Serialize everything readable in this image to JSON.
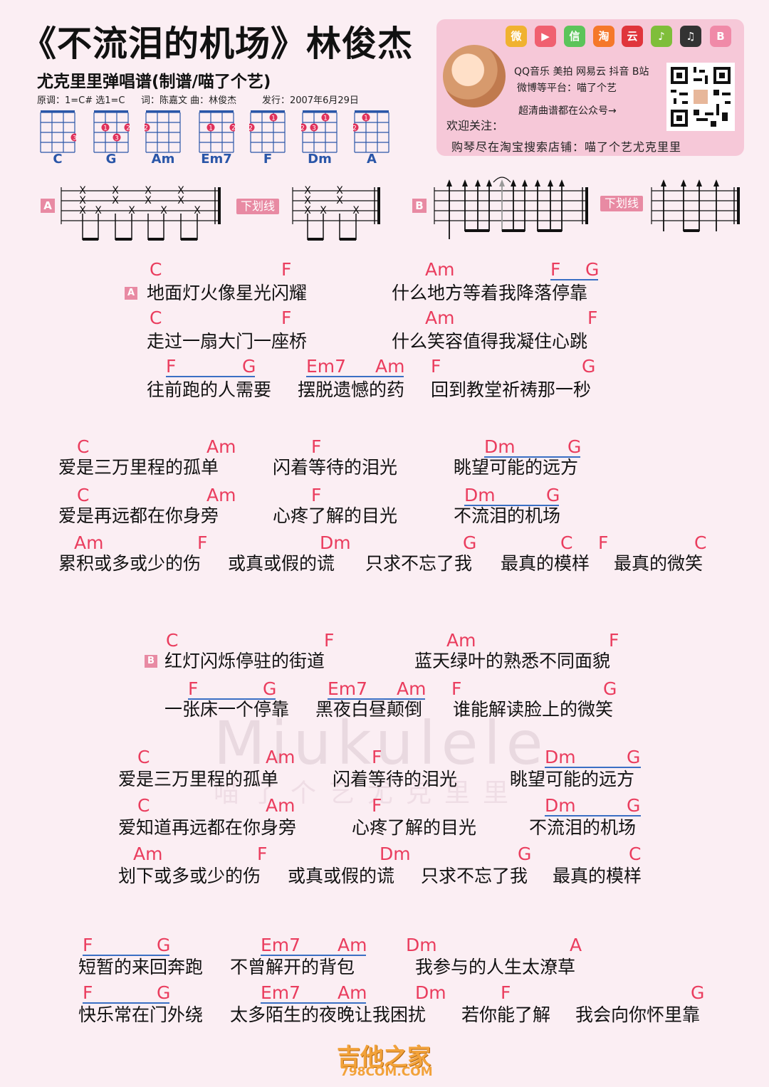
{
  "header": {
    "title": "《不流泪的机场》林俊杰",
    "subtitle": "尤克里里弹唱谱(制谱/喵了个艺)",
    "key": "原调：1=C# 选1=C",
    "credits": "词：陈嘉文 曲：林俊杰",
    "release": "发行：2007年6月29日"
  },
  "chord_charts": [
    {
      "name": "C",
      "dots": [
        {
          "s": 4,
          "f": 3,
          "n": "3"
        }
      ]
    },
    {
      "name": "G",
      "dots": [
        {
          "s": 2,
          "f": 2,
          "n": "1"
        },
        {
          "s": 3,
          "f": 3,
          "n": "3"
        },
        {
          "s": 4,
          "f": 2,
          "n": "2"
        }
      ]
    },
    {
      "name": "Am",
      "dots": [
        {
          "s": 1,
          "f": 2,
          "n": "2"
        }
      ]
    },
    {
      "name": "Em7",
      "dots": [
        {
          "s": 2,
          "f": 2,
          "n": "1"
        },
        {
          "s": 4,
          "f": 2,
          "n": "2"
        }
      ]
    },
    {
      "name": "F",
      "dots": [
        {
          "s": 1,
          "f": 2,
          "n": "2"
        },
        {
          "s": 3,
          "f": 1,
          "n": "1"
        }
      ]
    },
    {
      "name": "Dm",
      "dots": [
        {
          "s": 1,
          "f": 2,
          "n": "2"
        },
        {
          "s": 2,
          "f": 2,
          "n": "3"
        },
        {
          "s": 3,
          "f": 1,
          "n": "1"
        }
      ]
    },
    {
      "name": "A",
      "dots": [
        {
          "s": 1,
          "f": 2,
          "n": "2"
        },
        {
          "s": 2,
          "f": 1,
          "n": "1"
        }
      ]
    }
  ],
  "promo": {
    "platforms": "QQ音乐 美拍 网易云 抖音 B站",
    "weibo": "微博等平台：喵了个艺",
    "gzh": "超清曲谱都在公众号→",
    "welcome": "欢迎关注：",
    "shop": "购琴尽在淘宝搜索店铺：喵了个艺尤克里里",
    "icons": [
      {
        "name": "weibo-icon",
        "glyph": "微",
        "color": "#f0b230"
      },
      {
        "name": "video-icon",
        "glyph": "▶",
        "color": "#f06070"
      },
      {
        "name": "wechat-icon",
        "glyph": "信",
        "color": "#5cc45a"
      },
      {
        "name": "taobao-icon",
        "glyph": "淘",
        "color": "#f5782a"
      },
      {
        "name": "netease-icon",
        "glyph": "云",
        "color": "#e0353c"
      },
      {
        "name": "qqmusic-icon",
        "glyph": "♪",
        "color": "#7fbe3a"
      },
      {
        "name": "douyin-icon",
        "glyph": "♫",
        "color": "#333333"
      },
      {
        "name": "bilibili-icon",
        "glyph": "B",
        "color": "#f08aa8"
      }
    ]
  },
  "strum": {
    "a_tag": "A",
    "b_tag": "B",
    "chip": "下划线"
  },
  "section_a": {
    "badge": "A",
    "lines": [
      {
        "chords": [
          "C",
          "F",
          "Am",
          "F",
          "G"
        ],
        "lyrics": [
          "地面灯火像星光闪耀",
          "什么地方等着我降落停靠"
        ]
      },
      {
        "chords": [
          "C",
          "F",
          "Am",
          "F"
        ],
        "lyrics": [
          "走过一扇大门一座桥",
          "什么笑容值得我凝住心跳"
        ]
      },
      {
        "chords": [
          "F",
          "G",
          "Em7",
          "Am",
          "F",
          "G"
        ],
        "lyrics": [
          "往前跑的人需要",
          "摆脱遗憾的药",
          "回到教堂祈祷那一秒"
        ]
      }
    ]
  },
  "chorus_1": {
    "lines": [
      {
        "chords": [
          "C",
          "Am",
          "F",
          "Dm",
          "G"
        ],
        "lyrics": [
          "爱是三万里程的孤单",
          "闪着等待的泪光",
          "眺望可能的远方"
        ]
      },
      {
        "chords": [
          "C",
          "Am",
          "F",
          "Dm",
          "G"
        ],
        "lyrics": [
          "爱是再远都在你身旁",
          "心疼了解的目光",
          "不流泪的机场"
        ]
      },
      {
        "chords": [
          "Am",
          "F",
          "Dm",
          "G",
          "C",
          "F",
          "C"
        ],
        "lyrics": [
          "累积或多或少的伤",
          "或真或假的谎",
          "只求不忘了我",
          "最真的模样",
          "最真的微笑"
        ]
      }
    ]
  },
  "section_b": {
    "badge": "B",
    "lines": [
      {
        "chords": [
          "C",
          "F",
          "Am",
          "F"
        ],
        "lyrics": [
          "红灯闪烁停驻的街道",
          "蓝天绿叶的熟悉不同面貌"
        ]
      },
      {
        "chords": [
          "F",
          "G",
          "Em7",
          "Am",
          "F",
          "G"
        ],
        "lyrics": [
          "一张床一个停靠",
          "黑夜白昼颠倒",
          "谁能解读脸上的微笑"
        ]
      }
    ]
  },
  "chorus_2": {
    "lines": [
      {
        "chords": [
          "C",
          "Am",
          "F",
          "Dm",
          "G"
        ],
        "lyrics": [
          "爱是三万里程的孤单",
          "闪着等待的泪光",
          "眺望可能的远方"
        ]
      },
      {
        "chords": [
          "C",
          "Am",
          "F",
          "Dm",
          "G"
        ],
        "lyrics": [
          "爱知道再远都在你身旁",
          "心疼了解的目光",
          "不流泪的机场"
        ]
      },
      {
        "chords": [
          "Am",
          "F",
          "Dm",
          "G",
          "C"
        ],
        "lyrics": [
          "划下或多或少的伤",
          "或真或假的谎",
          "只求不忘了我",
          "最真的模样"
        ]
      }
    ]
  },
  "bridge": {
    "lines": [
      {
        "chords": [
          "F",
          "G",
          "Em7",
          "Am",
          "Dm",
          "A"
        ],
        "lyrics": [
          "短暂的来回奔跑",
          "不曾解开的背包",
          "我参与的人生太潦草"
        ]
      },
      {
        "chords": [
          "F",
          "G",
          "Em7",
          "Am",
          "Dm",
          "F",
          "G"
        ],
        "lyrics": [
          "快乐常在门外绕",
          "太多陌生的夜晚让我困扰",
          "若你能了解",
          "我会向你怀里靠"
        ]
      }
    ]
  },
  "watermark": {
    "text": "Miukulele",
    "sub": "喵了个艺尤克里里"
  },
  "footer": {
    "logo": "吉他之家",
    "url": "798COM.COM"
  }
}
